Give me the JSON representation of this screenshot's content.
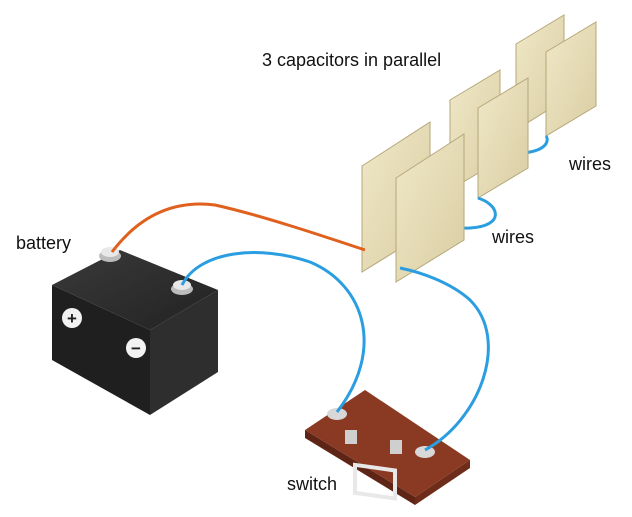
{
  "labels": {
    "title": "3 capacitors in parallel",
    "battery": "battery",
    "wires_top": "wires",
    "wires_bottom": "wires",
    "switch": "switch"
  },
  "battery": {
    "positive_symbol": "+",
    "negative_symbol": "−"
  },
  "colors": {
    "positive_wire": "#e0601e",
    "negative_wire": "#2a9ee0",
    "capacitor_plate": "#e6dcb4",
    "battery_body": "#2b2b2b",
    "switch_base": "#8a3a22"
  }
}
